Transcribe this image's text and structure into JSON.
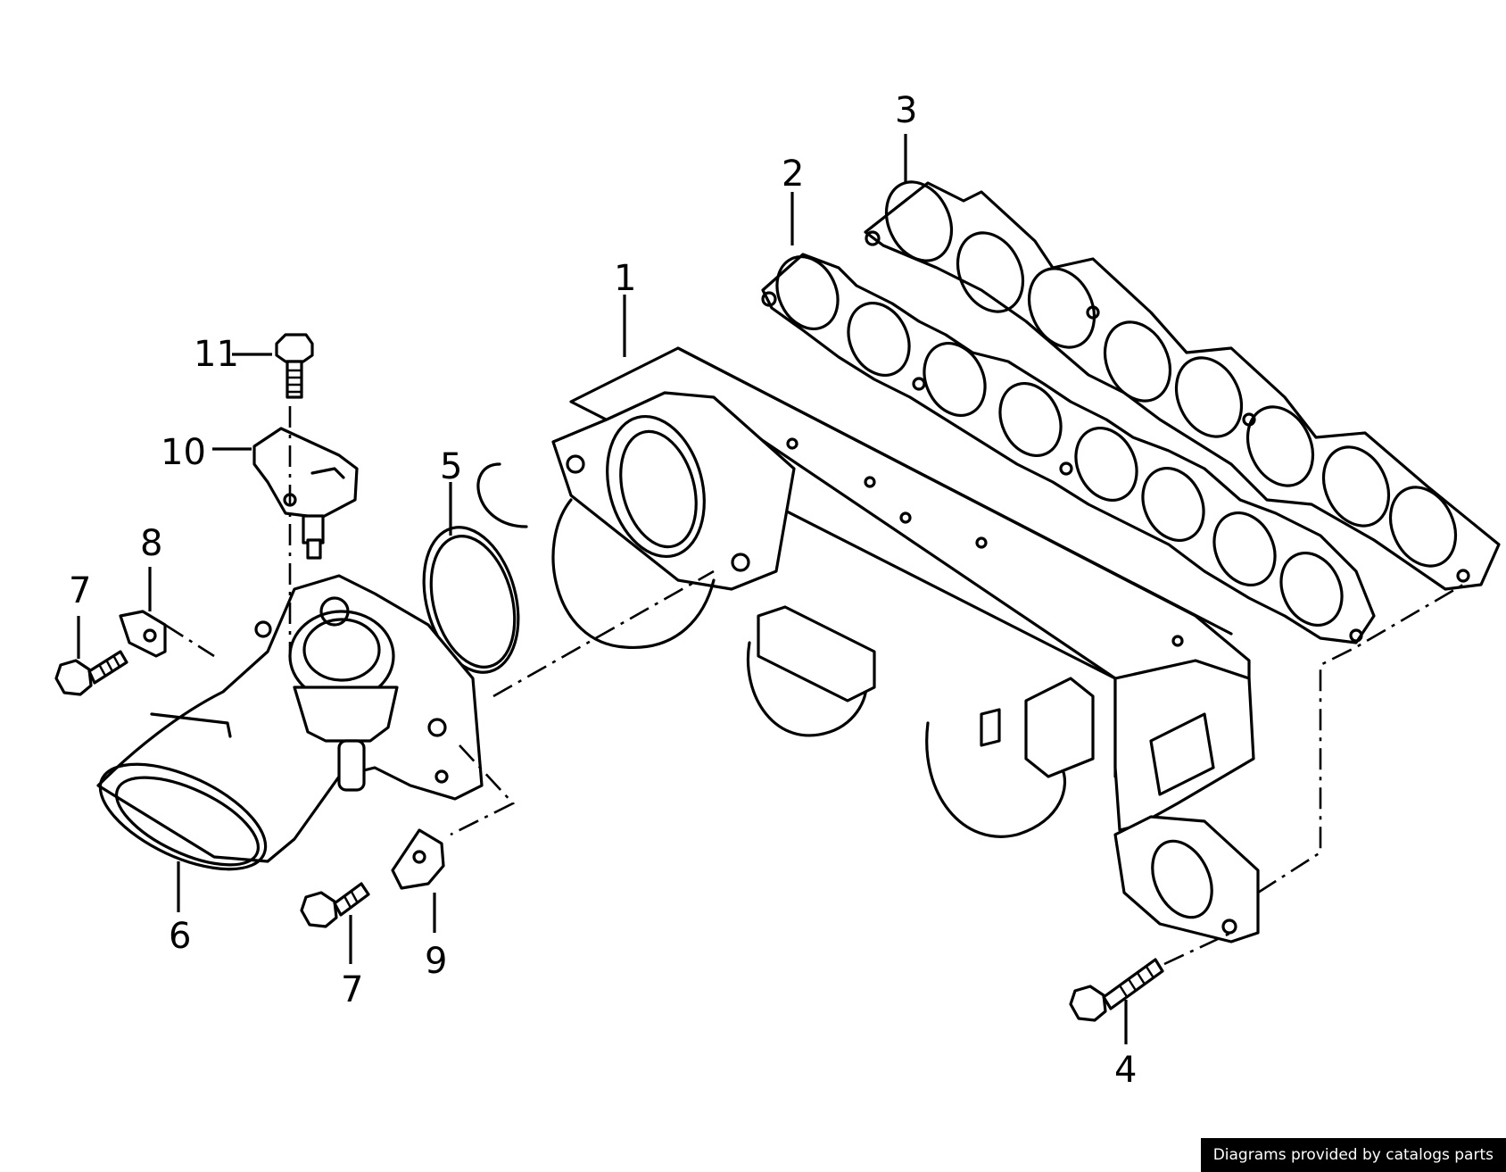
{
  "diagram": {
    "callouts": {
      "c1": "1",
      "c2": "2",
      "c3": "3",
      "c4": "4",
      "c5": "5",
      "c6": "6",
      "c7a": "7",
      "c7b": "7",
      "c8": "8",
      "c9": "9",
      "c10": "10",
      "c11": "11"
    }
  },
  "footer": {
    "credit": "Diagrams provided by catalogs parts"
  }
}
